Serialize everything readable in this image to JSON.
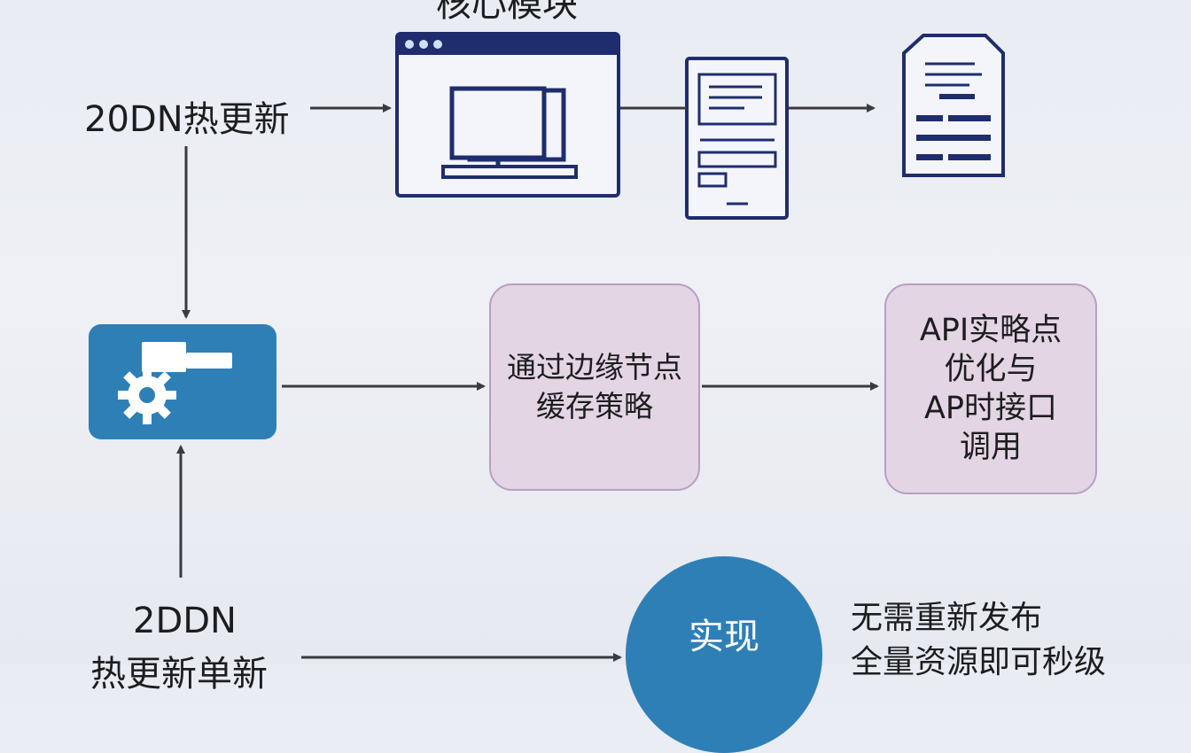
{
  "labels": {
    "top_cut": "核心模块",
    "hot_update": "20DN热更新",
    "ddn_line1": "2DDN",
    "ddn_line2": "热更新单新"
  },
  "boxes": {
    "edge_cache": [
      "通过边缘节点",
      "缓存策略"
    ],
    "api": [
      "API实略点",
      "优化与",
      "AP时接口",
      "调用"
    ]
  },
  "circle": {
    "text": "实现"
  },
  "note": {
    "line1": "无需重新发布",
    "line2": "全量资源即可秒级"
  },
  "colors": {
    "navy": "#1f2d6e",
    "blue": "#2f7fb7",
    "box_fill": "#e3d5e4",
    "box_border": "#b89fc0",
    "arrow": "#3a3a3f"
  }
}
